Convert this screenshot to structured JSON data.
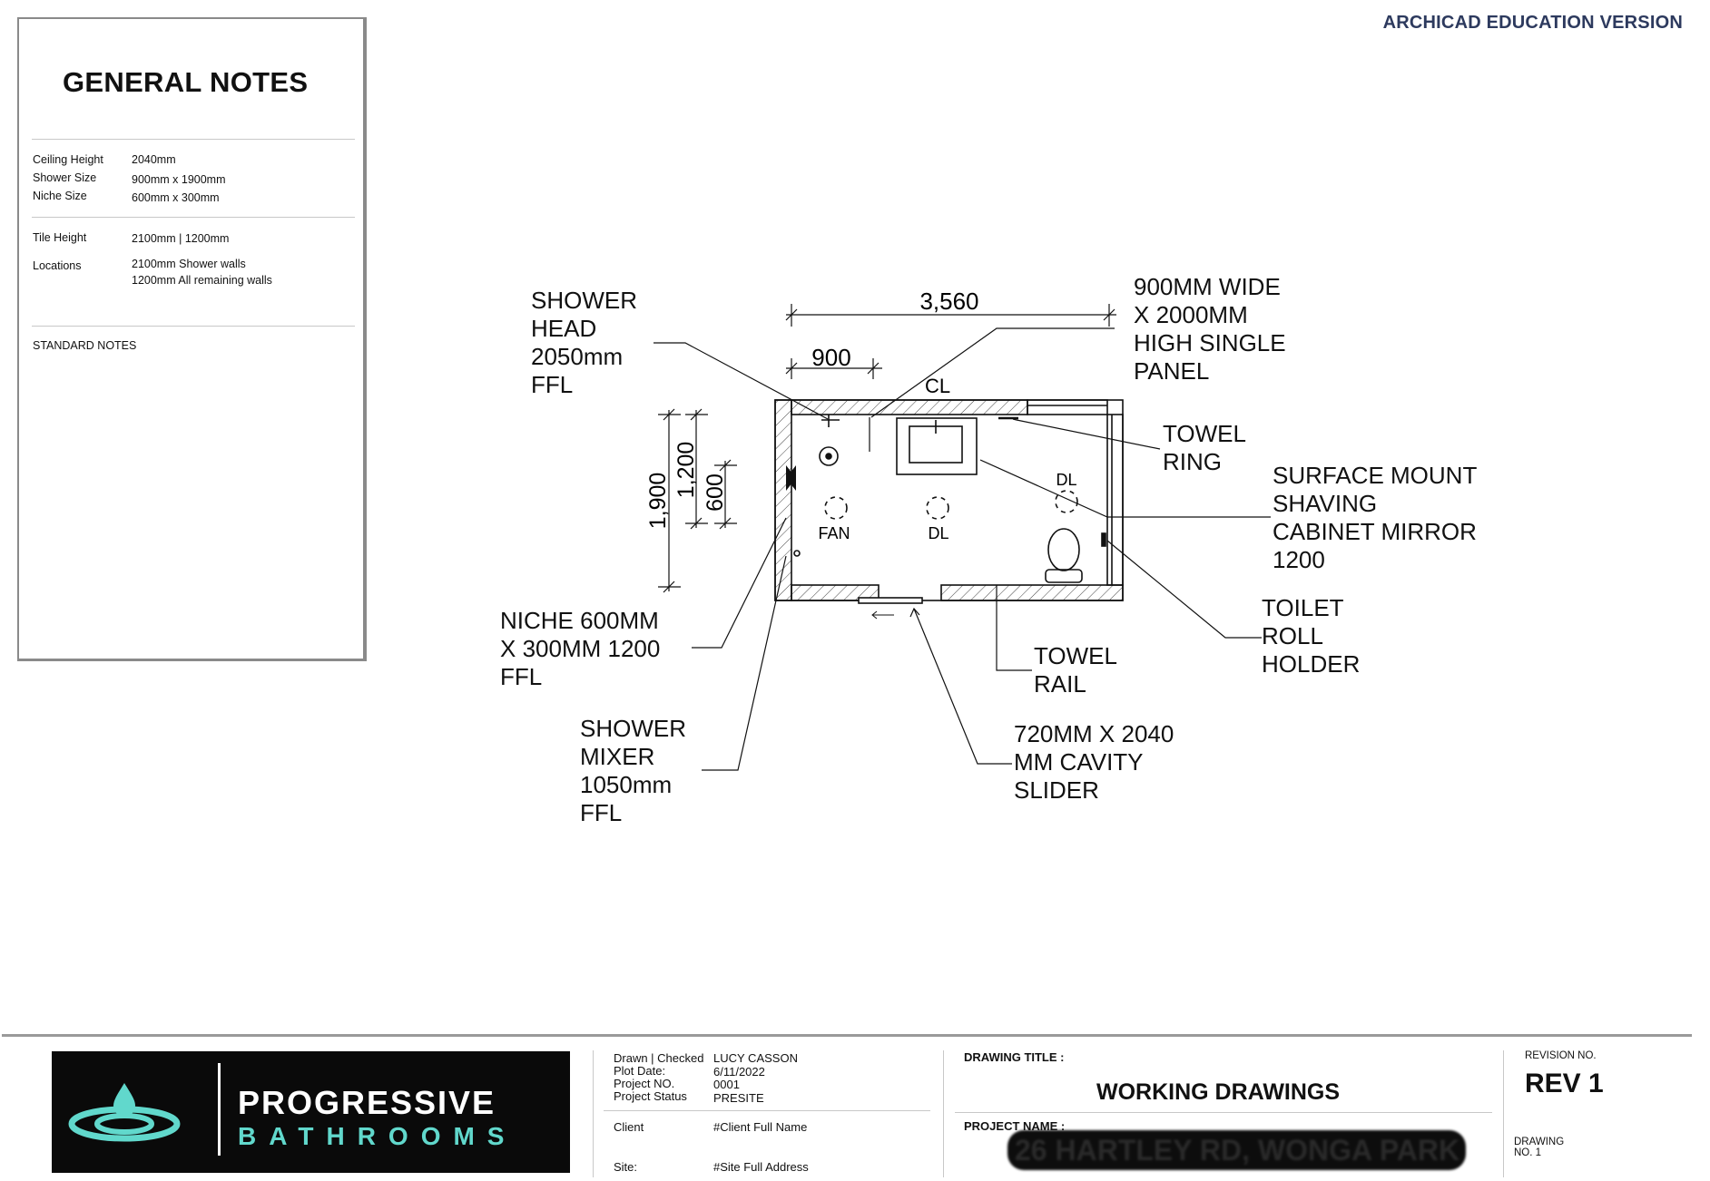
{
  "watermark": "ARCHICAD EDUCATION VERSION",
  "notes": {
    "title": "GENERAL NOTES",
    "ceiling_height_label": "Ceiling Height",
    "ceiling_height_value": "2040mm",
    "shower_size_label": "Shower Size",
    "shower_size_value": "900mm x 1900mm",
    "niche_size_label": "Niche Size",
    "niche_size_value": "600mm x 300mm",
    "tile_height_label": "Tile Height",
    "tile_height_value": "2100mm | 1200mm",
    "locations_label": "Locations",
    "locations_value_1": "2100mm Shower walls",
    "locations_value_2": "1200mm All remaining walls",
    "standard_notes": "STANDARD NOTES"
  },
  "plan": {
    "dim_overall_width": "3,560",
    "dim_shower_width": "900",
    "dim_height_1900": "1,900",
    "dim_height_1200": "1,200",
    "dim_height_600": "600",
    "centerline": "CL",
    "fan": "FAN",
    "downlight_1": "DL",
    "downlight_2": "DL",
    "labels": {
      "shower_head": "SHOWER\nHEAD\n2050mm\nFFL",
      "shower_panel": "900MM WIDE\nX 2000MM\nHIGH SINGLE\nPANEL",
      "towel_ring": "TOWEL\nRING",
      "shaving_cabinet": "SURFACE MOUNT\nSHAVING\nCABINET MIRROR\n1200",
      "toilet_roll": "TOILET\nROLL\nHOLDER",
      "niche": "NICHE 600MM\nX 300MM 1200\nFFL",
      "towel_rail": "TOWEL\nRAIL",
      "shower_mixer": "SHOWER\nMIXER\n1050mm\nFFL",
      "cavity_slider": "720MM X 2040\nMM CAVITY\nSLIDER"
    }
  },
  "title_block": {
    "logo_line1": "PROGRESSIVE",
    "logo_line2": "BATHROOMS",
    "drawn_label": "Drawn | Checked",
    "drawn_value": "LUCY CASSON",
    "plot_date_label": "Plot Date:",
    "plot_date_value": "6/11/2022",
    "project_no_label": "Project NO.",
    "project_no_value": "0001",
    "project_status_label": "Project Status",
    "project_status_value": "PRESITE",
    "client_label": "Client",
    "client_value": "#Client Full Name",
    "site_label": "Site:",
    "site_value": "#Site Full Address",
    "drawing_title_label": "DRAWING TITLE :",
    "drawing_title_value": "WORKING DRAWINGS",
    "project_name_label": "PROJECT NAME :",
    "project_name_value": "26 HARTLEY RD, WONGA PARK",
    "revision_label": "REVISION NO.",
    "revision_value": "REV 1",
    "drawing_no_label": "DRAWING\nNO. 1"
  }
}
